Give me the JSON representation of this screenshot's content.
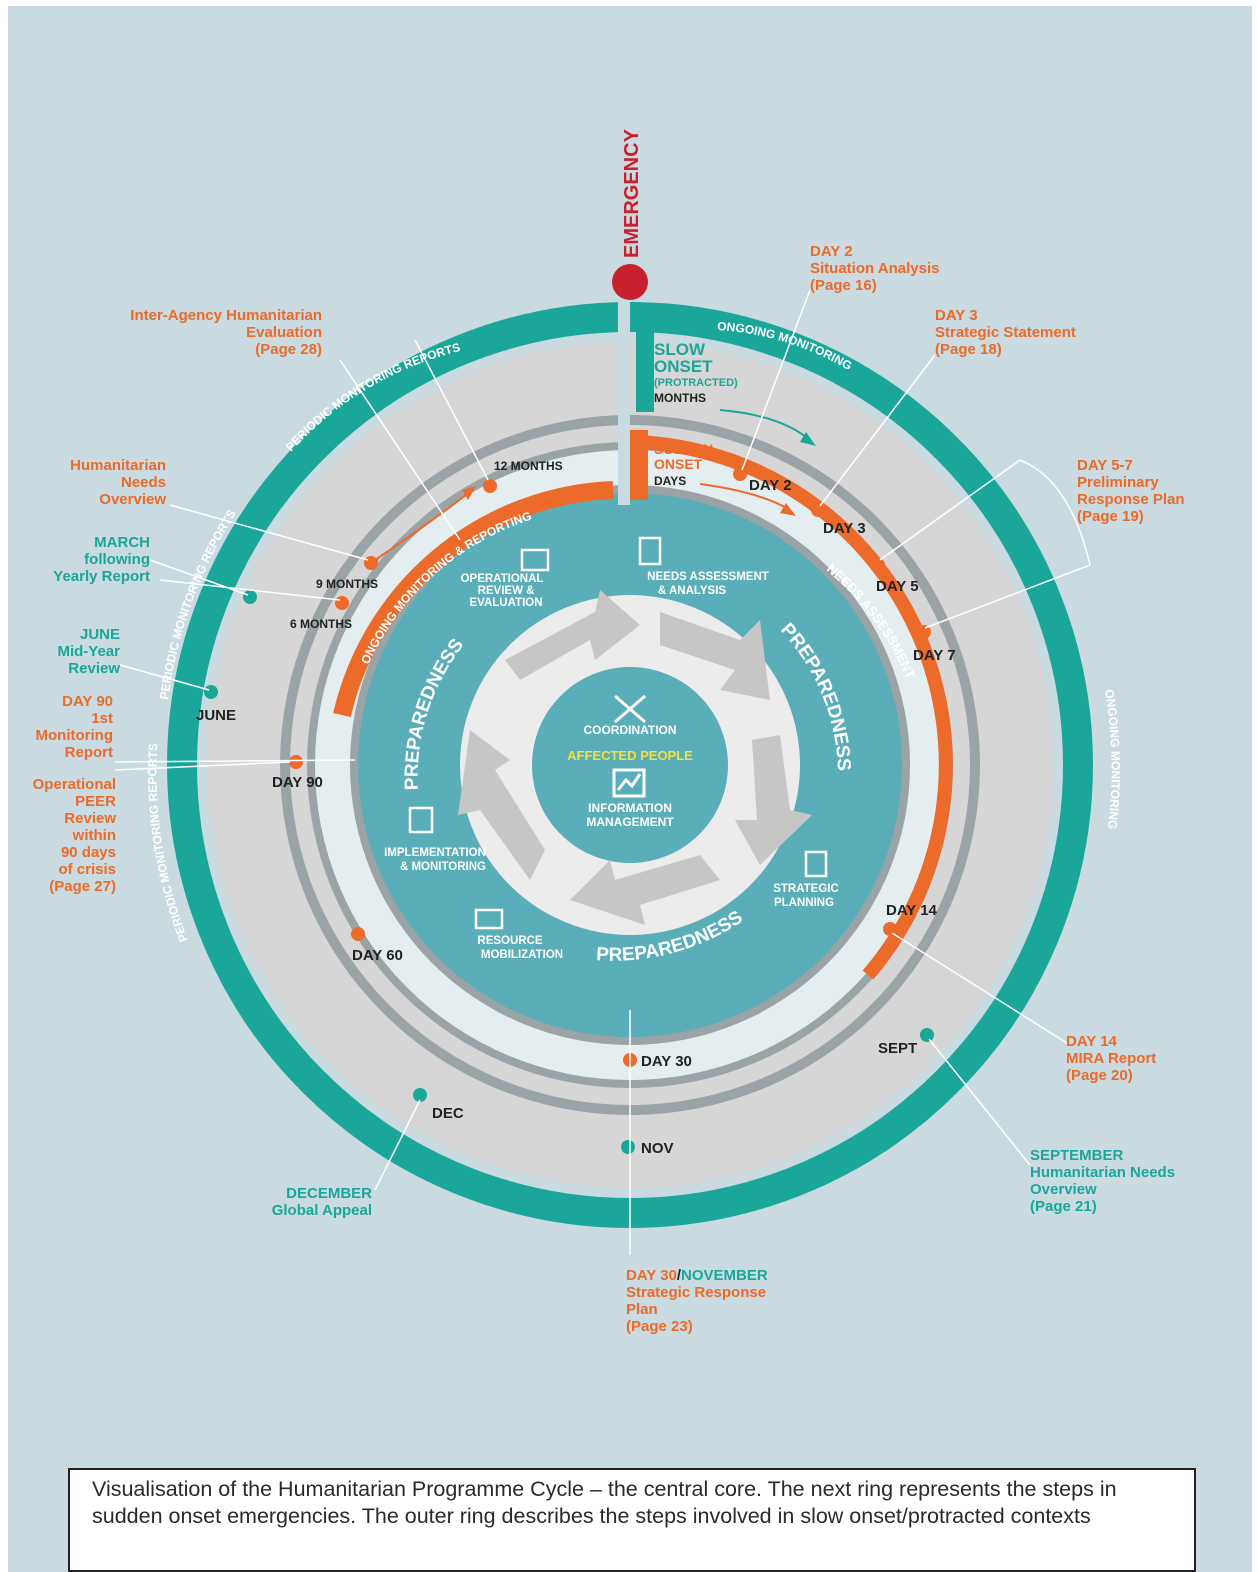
{
  "emergency": "EMERGENCY",
  "arcs": {
    "periodic_top": "PERIODIC MONITORING REPORTS",
    "periodic_mid": "PERIODIC MONITORING REPORTS",
    "periodic_low": "PERIODIC MONITORING REPORTS",
    "ongoing_top": "ONGOING MONITORING",
    "ongoing_right": "ONGOING MONITORING",
    "ongoing_reporting": "ONGOING MONITORING & REPORTING",
    "needs_assessment": "NEEDS ASSESSMENT",
    "prep_left": "PREPAREDNESS",
    "prep_right": "PREPAREDNESS",
    "prep_bottom": "PREPAREDNESS"
  },
  "slow_onset": {
    "l1": "SLOW",
    "l2": "ONSET",
    "l3": "(PROTRACTED)",
    "l4": "MONTHS"
  },
  "sudden_onset": {
    "l1": "SUDDEN",
    "l2": "ONSET",
    "l3": "DAYS"
  },
  "core": {
    "coordination": "COORDINATION",
    "affected": "AFFECTED PEOPLE",
    "info1": "INFORMATION",
    "info2": "MANAGEMENT"
  },
  "steps": {
    "needs1": "NEEDS ASSESSMENT",
    "needs2": "& ANALYSIS",
    "strat1": "STRATEGIC",
    "strat2": "PLANNING",
    "res1": "RESOURCE",
    "res2": "MOBILIZATION",
    "impl1": "IMPLEMENTATION",
    "impl2": "& MONITORING",
    "op1": "OPERATIONAL",
    "op2": "REVIEW &",
    "op3": "EVALUATION"
  },
  "markers": {
    "day2": "DAY 2",
    "day3": "DAY 3",
    "day5": "DAY 5",
    "day7": "DAY 7",
    "day14": "DAY 14",
    "day30": "DAY 30",
    "day60": "DAY 60",
    "day90": "DAY 90",
    "m12": "12 MONTHS",
    "m9": "9 MONTHS",
    "m6": "6 MONTHS",
    "june": "JUNE",
    "sept": "SEPT",
    "dec": "DEC",
    "nov": "NOV"
  },
  "callouts": {
    "day2": [
      "DAY 2",
      "Situation Analysis",
      "(Page 16)"
    ],
    "day3": [
      "DAY 3",
      "Strategic Statement",
      "(Page 18)"
    ],
    "day57": [
      "DAY 5-7",
      "Preliminary",
      "Response Plan",
      "(Page 19)"
    ],
    "day14": [
      "DAY 14",
      "MIRA Report",
      "(Page 20)"
    ],
    "september": [
      "SEPTEMBER",
      "Humanitarian Needs",
      "Overview",
      "(Page 21)"
    ],
    "day30_a": "DAY 30",
    "day30_sep": "/",
    "day30_b": "NOVEMBER",
    "day30_rest": [
      "Strategic Response",
      "Plan",
      "(Page 23)"
    ],
    "december": [
      "DECEMBER",
      "Global Appeal"
    ],
    "iahe": [
      "Inter-Agency Humanitarian",
      "Evaluation",
      "(Page 28)"
    ],
    "hno": [
      "Humanitarian",
      "Needs",
      "Overview"
    ],
    "march": [
      "MARCH",
      "following",
      "Yearly Report"
    ],
    "june": [
      "JUNE",
      "Mid-Year",
      "Review"
    ],
    "day90": [
      "DAY 90",
      "1st",
      "Monitoring",
      "Report"
    ],
    "peer": [
      "Operational",
      "PEER",
      "Review",
      "within",
      "90 days",
      "of crisis",
      "(Page 27)"
    ]
  },
  "caption": "Visualisation of the Humanitarian Programme Cycle – the central core. The next ring represents the steps in sudden onset emergencies. The outer ring describes the steps involved in slow onset/protracted contexts",
  "colors": {
    "teal": "#1ba69a",
    "orange": "#ec6a2a",
    "red": "#c8202e",
    "core": "#5aaeb9",
    "ring_grey": "#d6d6d6",
    "band_grey": "#9aa3a6",
    "light": "#e4eef0",
    "bg": "#c9dbe0"
  }
}
